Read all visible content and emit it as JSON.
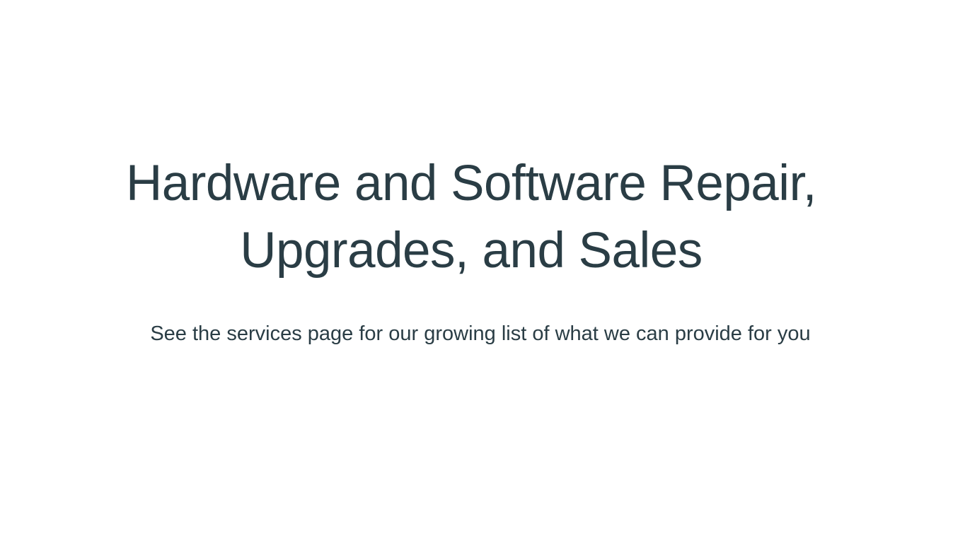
{
  "hero": {
    "title_line_1": "Hardware and Software Repair,",
    "title_line_2": "Upgrades, and Sales",
    "subtitle": "See the services page for our growing list of what we can provide for you"
  },
  "colors": {
    "background": "#ffffff",
    "text": "#2a3d45"
  }
}
